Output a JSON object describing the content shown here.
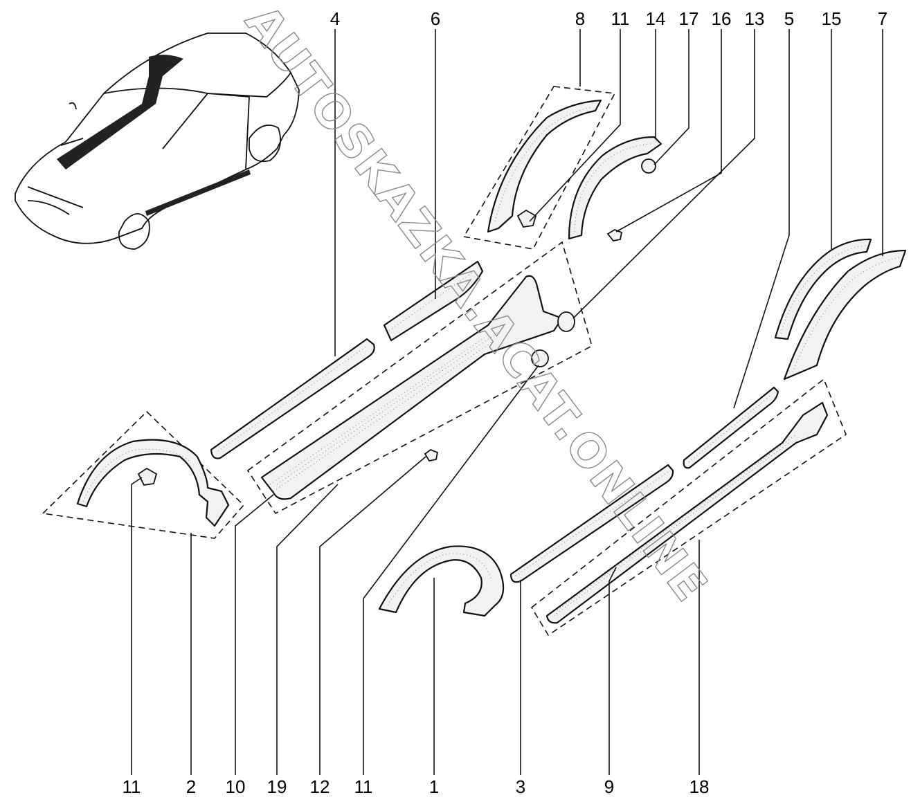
{
  "watermark": "AUTOSKAZKA.ACAT.ONLINE",
  "callouts_top": [
    "4",
    "6",
    "8",
    "11",
    "14",
    "17",
    "16",
    "13",
    "5",
    "15",
    "7"
  ],
  "callouts_bottom": [
    "11",
    "2",
    "10",
    "19",
    "12",
    "11",
    "1",
    "3",
    "9",
    "18"
  ]
}
